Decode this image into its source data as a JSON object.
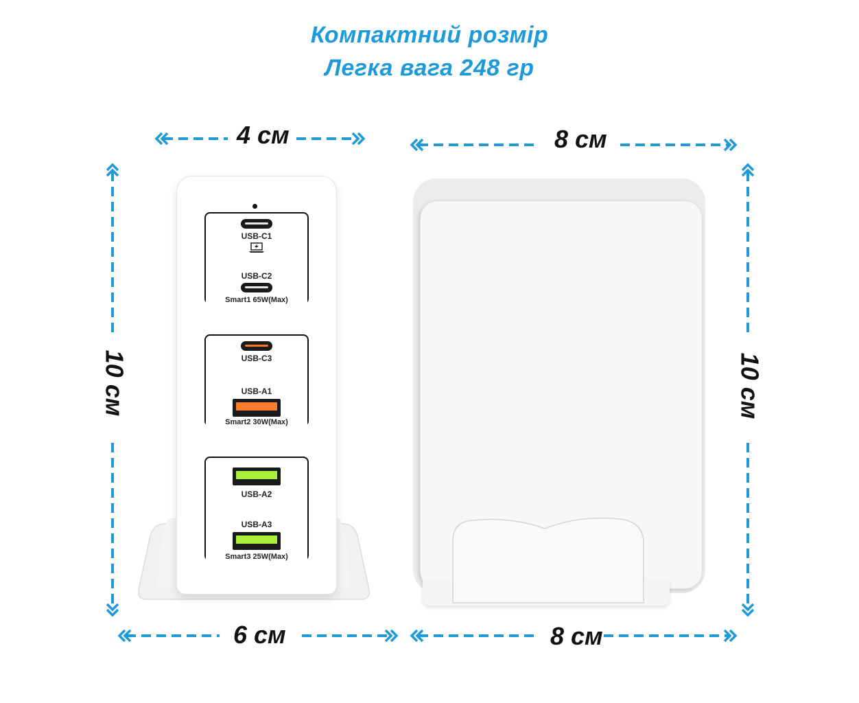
{
  "header": {
    "line1": "Компактний розмір",
    "line2": "Легка вага 248 гр"
  },
  "dimensions": {
    "front_top": "4 см",
    "side_top": "8 см",
    "left_height": "10 см",
    "right_height": "10 см",
    "front_bottom": "6 см",
    "side_bottom": "8 см"
  },
  "colors": {
    "accent": "#1e9ad8",
    "port_orange": "#ff7a2a",
    "port_green": "#a8f03a"
  },
  "charger": {
    "group1": {
      "port1": "USB-C1",
      "port2": "USB-C2",
      "footer": "Smart1  65W(Max)"
    },
    "group2": {
      "port1": "USB-C3",
      "port2": "USB-A1",
      "footer": "Smart2  30W(Max)"
    },
    "group3": {
      "port1": "USB-A2",
      "port2": "USB-A3",
      "footer": "Smart3  25W(Max)"
    }
  }
}
